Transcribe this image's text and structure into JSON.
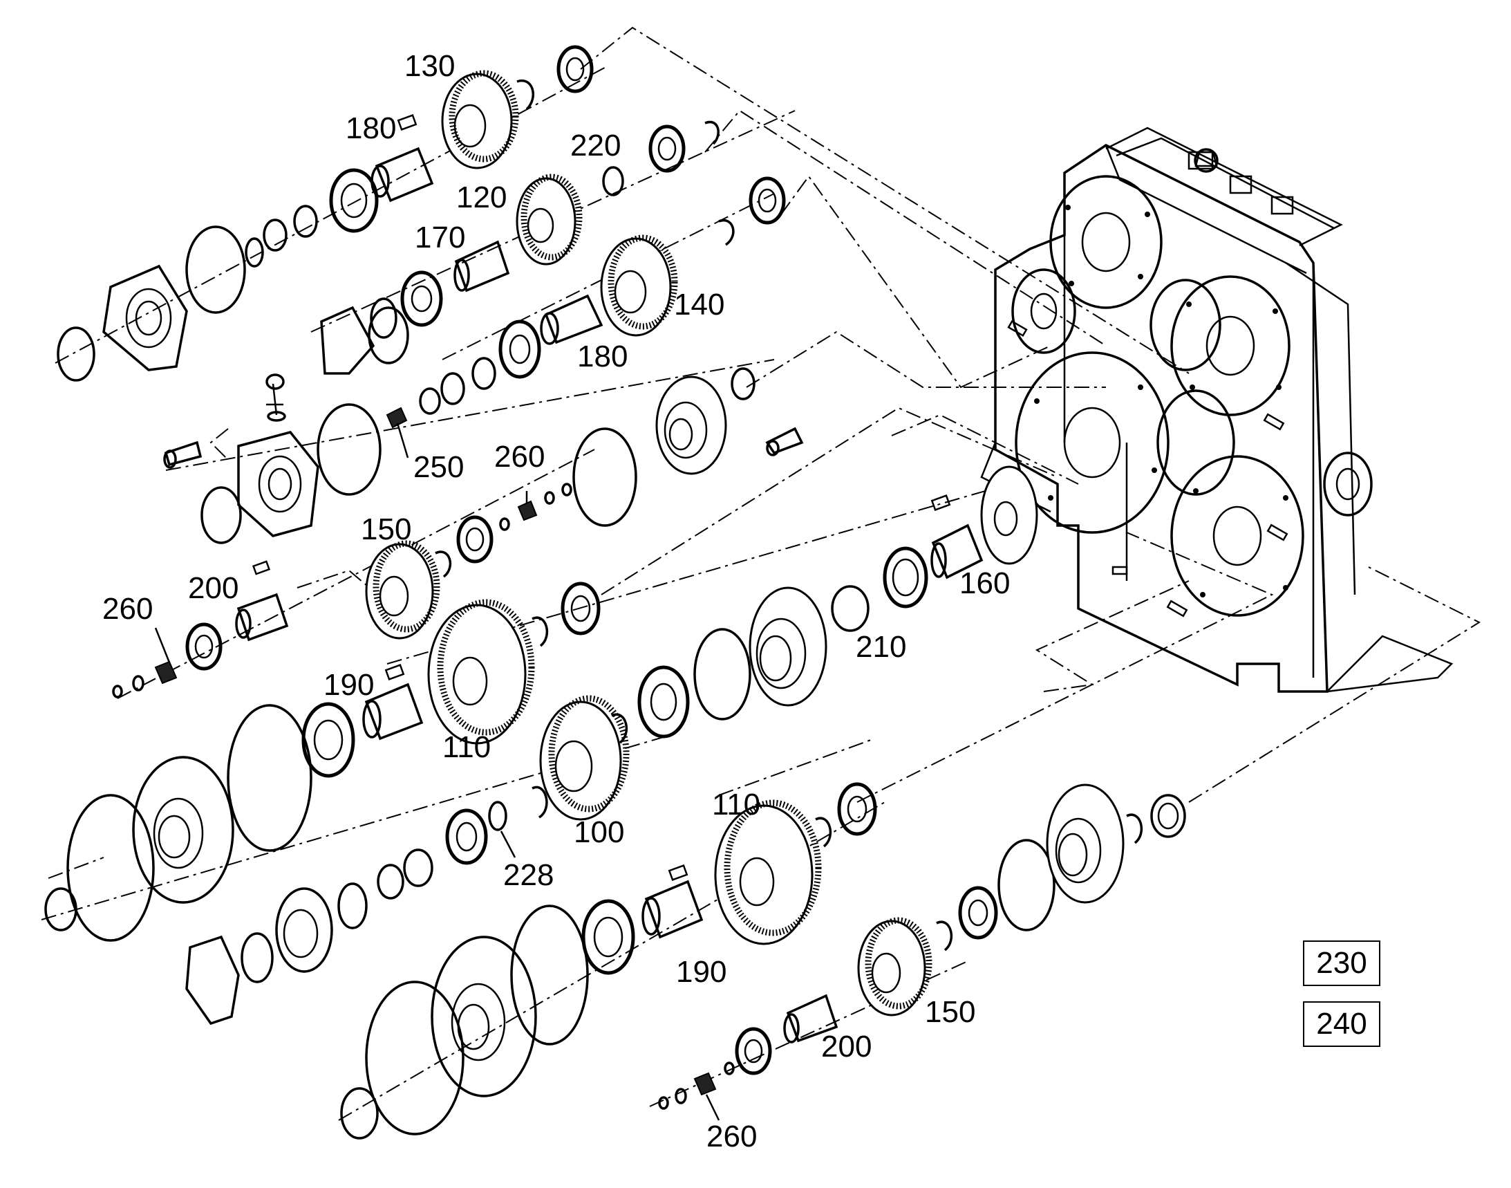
{
  "part_labels": [
    "130",
    "180",
    "220",
    "120",
    "170",
    "140",
    "180",
    "250",
    "260",
    "150",
    "200",
    "260",
    "190",
    "110",
    "160",
    "210",
    "100",
    "228",
    "110",
    "190",
    "150",
    "200",
    "260"
  ],
  "reference_boxes": [
    "230",
    "240"
  ]
}
